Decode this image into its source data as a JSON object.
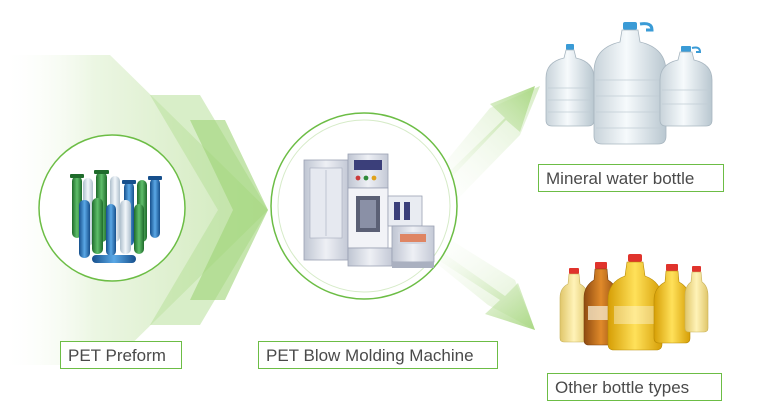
{
  "diagram": {
    "stages": [
      {
        "id": "preform",
        "label": "PET Preform"
      },
      {
        "id": "machine",
        "label": "PET Blow Molding Machine"
      }
    ],
    "outputs": [
      {
        "id": "mineral",
        "label": "Mineral water bottle"
      },
      {
        "id": "other",
        "label": "Other bottle types"
      }
    ],
    "colors": {
      "accent_green": "#6cbd45",
      "arrow_light": "#eef7e4",
      "arrow_dark": "#a6d67e",
      "machine_body": "#d9dde6",
      "machine_panel": "#3b3f7a",
      "preform_green": "#2f8a3a",
      "preform_blue": "#1f6fb8",
      "water_cap": "#3a9bd6",
      "oil_yellow": "#f4c20d",
      "oil_amber": "#c8741c",
      "oil_cap": "#e0332c"
    },
    "icons": [
      "flow-arrow-icon",
      "preform-tubes-image",
      "blow-molding-machine-image",
      "water-bottles-image",
      "oil-bottles-image"
    ]
  }
}
